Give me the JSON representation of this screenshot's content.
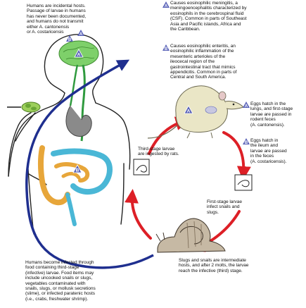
{
  "diagram": {
    "stage_badge_letters": {
      "a": "A",
      "b": "B"
    },
    "note_hosts": {
      "lines": [
        "Humans are incidental hosts.",
        "Passage of larvae in humans",
        "has never been documented,",
        "and humans do not transmit",
        "either A. cantonensis",
        "or A. costaricensis"
      ]
    },
    "note_a": {
      "lines": [
        "Causes eosinophilic meningitis, a",
        "meningoencephalitis characterized by",
        "eosinophils in the cerebrospinal fluid",
        "(CSF). Common in parts of Southeast",
        "Asia and Pacific islands, Africa and",
        "the Caribbean."
      ]
    },
    "note_b": {
      "lines": [
        "Causes eosinophilic enteritis, an",
        "eosinophilic inflammation of the",
        "mesenteric arterioles of the",
        "ileocecal region of the",
        "gastrointestinal tract that mimics",
        "appendicitis. Common in parts of",
        "Central and South America."
      ]
    },
    "note_eggs_a": {
      "lines": [
        "Eggs hatch in the",
        "lungs, and first-stage",
        "larvae are passed in",
        "rodent feces",
        "(A. cantonensis)."
      ]
    },
    "note_eggs_b": {
      "lines": [
        "Eggs hatch in",
        "the ileum and",
        "larvae are passed",
        "in the feces",
        "(A. costaricensis)."
      ]
    },
    "note_third_stage": {
      "lines": [
        "Third-stage larvae",
        "are ingested by rats."
      ]
    },
    "note_first_stage": {
      "lines": [
        "First-stage larvae",
        "infect snails and",
        "slugs."
      ]
    },
    "note_snails": {
      "lines": [
        "Slugs and snails are intermediate",
        "hosts, and after 2 molts, the larvae",
        "reach the infective (third) stage."
      ]
    },
    "note_infection": {
      "lines": [
        "Humans become infected through",
        "food containing third-stage",
        "(infective) larvae. Food items may",
        "include uncooked snails or slugs,",
        "vegetables contaminated with",
        "snails, slugs, or mollusk secretions",
        "(slime), or infected paratenic hosts",
        "(i.e., crabs, freshwater shrimp)."
      ]
    },
    "colors": {
      "cycle_arrow": "#dd1f26",
      "human_arrow": "#1f2f8f",
      "brain": "#7ed06a",
      "intestine_small": "#e7a63a",
      "intestine_large": "#4ab7d6",
      "badge": "#5a63b8"
    }
  }
}
